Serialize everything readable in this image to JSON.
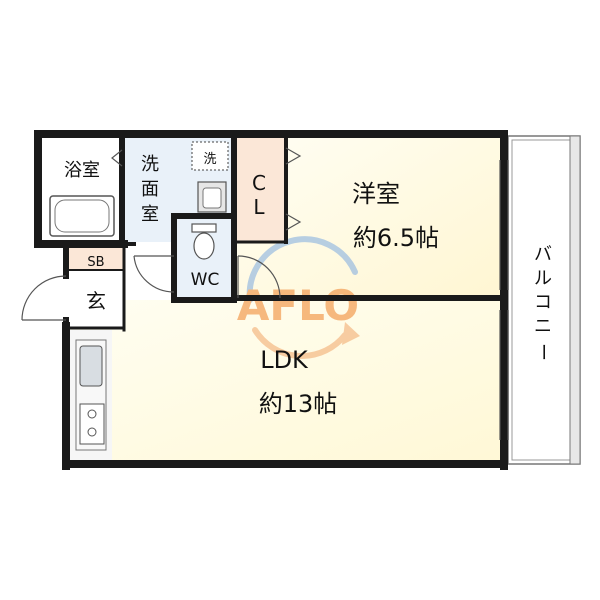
{
  "rooms": {
    "bath": "浴室",
    "washroom_1": "洗",
    "washroom_2": "面",
    "washroom_3": "室",
    "washer": "洗",
    "closet_1": "C",
    "closet_2": "L",
    "wc": "WC",
    "shoebox": "SB",
    "entrance": "玄",
    "western_name": "洋室",
    "western_size": "約6.5帖",
    "ldk_name": "LDK",
    "ldk_size": "約13帖",
    "balcony_1": "バ",
    "balcony_2": "ル",
    "balcony_3": "コ",
    "balcony_4": "ニ",
    "balcony_5": "ー"
  },
  "watermark": "AFLO",
  "colors": {
    "wall": "#1a1a1a",
    "room_fill": "#fffde8",
    "washroom_fill": "#e6eff8",
    "closet_fill": "#fbe7d7",
    "shoebox_fill": "#fbe7d7",
    "bath_fill": "#ffffff",
    "watermark_orange": "#f3a25a",
    "watermark_blue": "#5b8ec6"
  },
  "icons": [
    "bathtub-icon",
    "sink-icon",
    "toilet-icon",
    "stove-icon",
    "door-swing-icon"
  ]
}
